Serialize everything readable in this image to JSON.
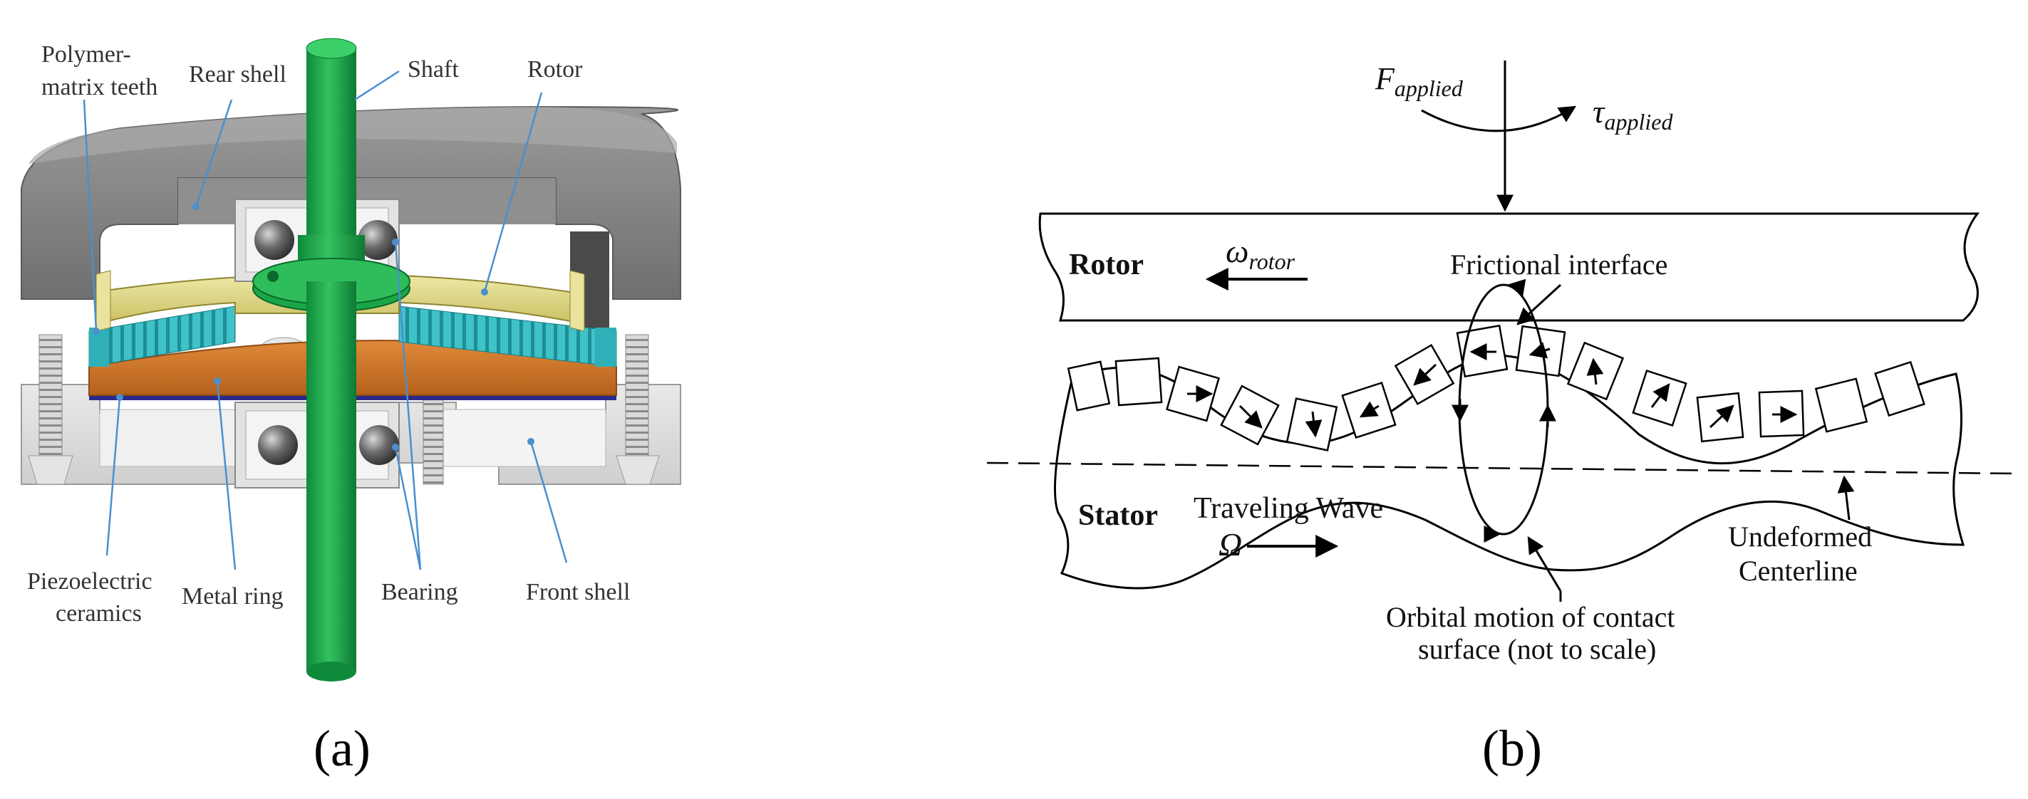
{
  "panel_a": {
    "caption": "(a)",
    "labels": {
      "polymer_line1": "Polymer-",
      "polymer_line2": "matrix teeth",
      "rear_shell": "Rear shell",
      "shaft": "Shaft",
      "rotor": "Rotor",
      "piezo_line1": "Piezoelectric",
      "piezo_line2": "ceramics",
      "metal_ring": "Metal ring",
      "bearing": "Bearing",
      "front_shell": "Front shell"
    }
  },
  "panel_b": {
    "caption": "(b)",
    "labels": {
      "f_main": "F",
      "f_sub": "applied",
      "tau_main": "τ",
      "tau_sub": "applied",
      "rotor": "Rotor",
      "omega_main": "ω",
      "omega_sub": "rotor",
      "frictional_interface": "Frictional interface",
      "stator": "Stator",
      "traveling_wave": "Traveling Wave",
      "big_omega": "Ω",
      "undeformed_line1": "Undeformed",
      "undeformed_line2": "Centerline",
      "orbital_line1": "Orbital motion of contact",
      "orbital_line2": "surface (not to scale)"
    }
  }
}
